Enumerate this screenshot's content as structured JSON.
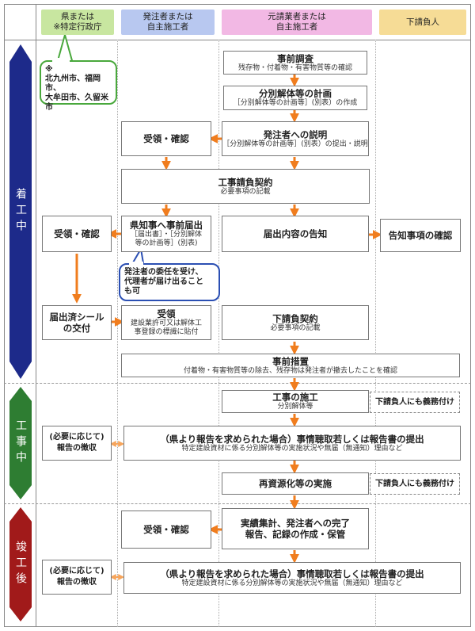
{
  "columns": [
    {
      "label": "県または\n※特定行政庁",
      "color": "#c8e6a0"
    },
    {
      "label": "発注者または\n自主施工者",
      "color": "#b8c8f0"
    },
    {
      "label": "元請業者または\n自主施工者",
      "color": "#f2b8e4"
    },
    {
      "label": "下請負人",
      "color": "#f6dc96"
    }
  ],
  "phases": [
    {
      "label": "着工中",
      "color": "#1d2a8a"
    },
    {
      "label": "工事中",
      "color": "#2e7d32"
    },
    {
      "label": "竣工後",
      "color": "#a11a1a"
    }
  ],
  "callouts": {
    "cities": "※\n北九州市、福岡市、\n大牟田市、久留米市",
    "agent": "発注者の委任を受け、\n代理者が届け出ること\nも可"
  },
  "boxes": {
    "survey": {
      "title": "事前調査",
      "sub": "残存物・付着物・有害物質等の確認"
    },
    "plan": {
      "title": "分別解体等の計画",
      "sub": "［分別解体等の計画等］(別表）の作成"
    },
    "explain": {
      "title": "発注者への説明",
      "sub": "［分別解体等の計画等］(別表）の提出・説明"
    },
    "receive1": {
      "title": "受領・確認"
    },
    "contract": {
      "title": "工事請負契約",
      "sub": "必要事項の記載"
    },
    "pref_receive": {
      "title": "受領・確認"
    },
    "notify": {
      "title": "県知事へ事前届出",
      "sub": "［届出書］・［分別解体\n等の計画等］(別表)"
    },
    "inform": {
      "title": "届出内容の告知"
    },
    "confirm": {
      "title": "告知事項の確認"
    },
    "seal": {
      "title": "届出済シール\nの交付"
    },
    "receive2": {
      "title": "受領",
      "sub": "建設業許可又は解体工\n事登録の標識に貼付"
    },
    "subcontract": {
      "title": "下請負契約",
      "sub": "必要事項の記載"
    },
    "pre": {
      "title": "事前措置",
      "sub": "付着物・有害物質等の除去、残存物は発注者が撤去したことを確認"
    },
    "construct": {
      "title": "工事の施工",
      "sub": "分別解体等"
    },
    "duty1": {
      "title": "下請負人にも義務付け"
    },
    "report1": {
      "title": "(必要に応じて)\n報告の徴収"
    },
    "hearing1": {
      "title": "（県より報告を求められた場合）事情聴取若しくは報告書の提出",
      "sub": "特定建設資材に係る分別解体等の実施状況や無届（無通知）理由など"
    },
    "recycle": {
      "title": "再資源化等の実施"
    },
    "duty2": {
      "title": "下請負人にも義務付け"
    },
    "receive3": {
      "title": "受領・確認"
    },
    "complete": {
      "title": "実績集計、発注者への完了\n報告、記録の作成・保管"
    },
    "report2": {
      "title": "(必要に応じて)\n報告の徴収"
    },
    "hearing2": {
      "title": "（県より報告を求められた場合）事情聴取若しくは報告書の提出",
      "sub": "特定建設資材に係る分別解体等の実施状況や無届（無通知）理由など"
    }
  }
}
